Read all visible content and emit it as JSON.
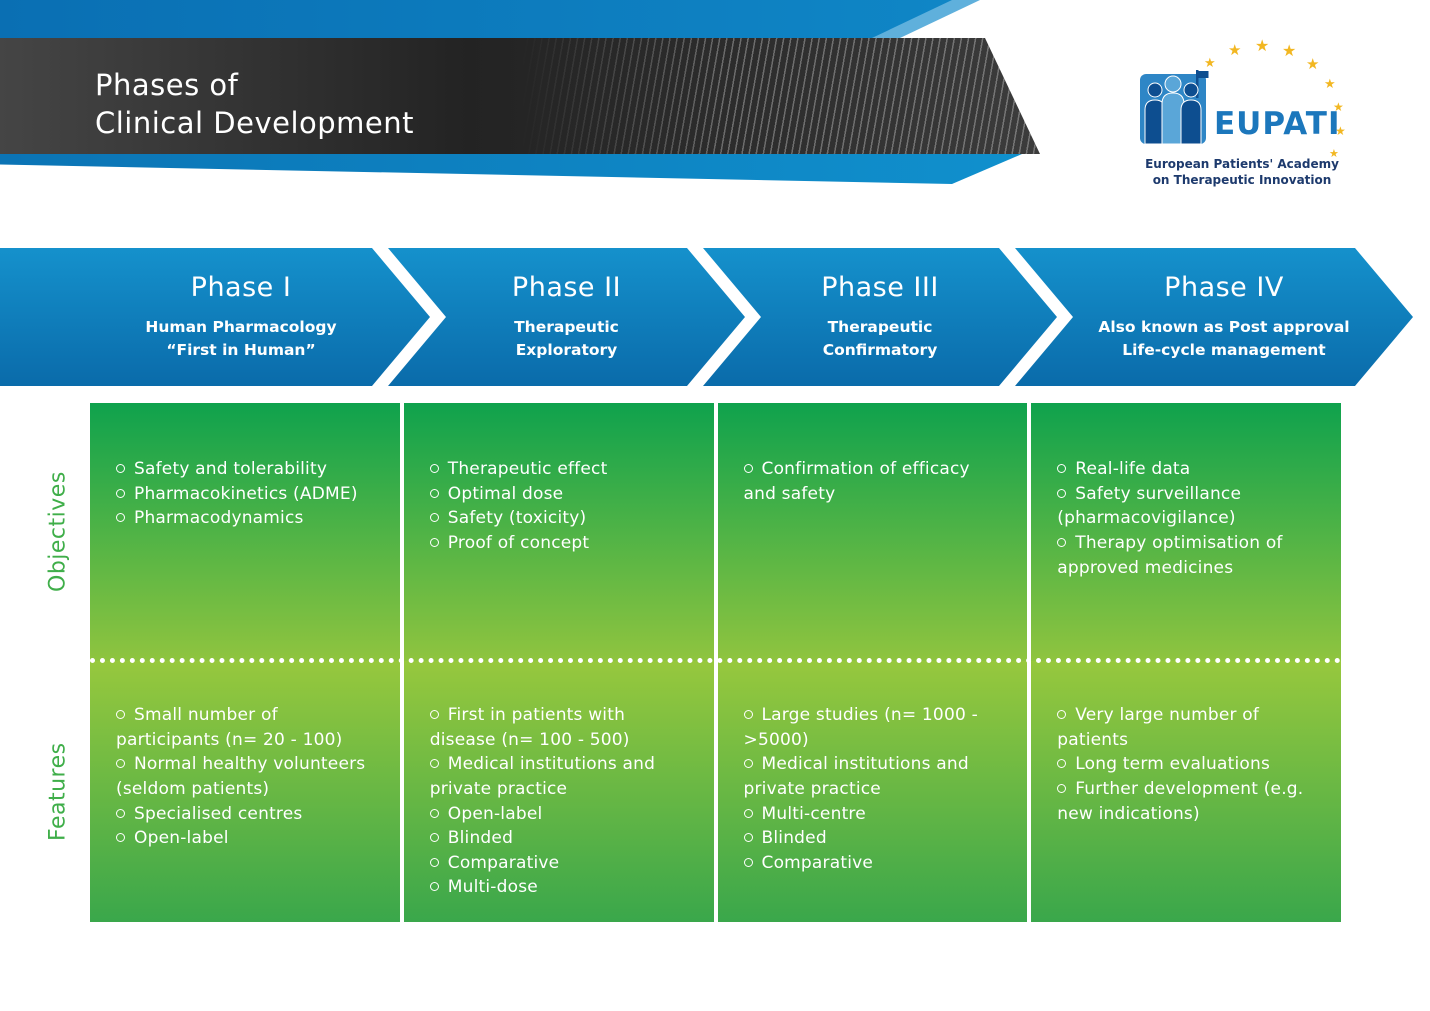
{
  "header": {
    "title_line1": "Phases of",
    "title_line2": "Clinical Development"
  },
  "logo": {
    "acronym": "EUPATI",
    "tagline_line1": "European Patients' Academy",
    "tagline_line2": "on Therapeutic Innovation"
  },
  "icons": {
    "star": "★",
    "people": "people-silhouettes"
  },
  "colors": {
    "arrow_blue_top": "#1591cc",
    "arrow_blue_bottom": "#0a6baa",
    "banner_dark": "#2b2b2b",
    "banner_blue": "#0f86c6",
    "green_dark": "#0fa24d",
    "green_light": "#97c83d",
    "label_green": "#3fae49",
    "star_gold": "#f2b722",
    "logo_blue": "#1c77bc",
    "text_white": "#ffffff"
  },
  "phases": [
    {
      "title": "Phase I",
      "subtitle_line1": "Human Pharmacology",
      "subtitle_line2": "“First in Human”"
    },
    {
      "title": "Phase II",
      "subtitle_line1": "Therapeutic",
      "subtitle_line2": "Exploratory"
    },
    {
      "title": "Phase III",
      "subtitle_line1": "Therapeutic",
      "subtitle_line2": "Confirmatory"
    },
    {
      "title": "Phase IV",
      "subtitle_line1": "Also known as Post approval",
      "subtitle_line2": "Life-cycle management"
    }
  ],
  "rows": [
    {
      "label": "Objectives",
      "cells": [
        [
          "Safety and tolerability",
          "Pharmacokinetics (ADME)",
          "Pharmacodynamics"
        ],
        [
          "Therapeutic effect",
          "Optimal dose",
          "Safety (toxicity)",
          "Proof of concept"
        ],
        [
          "Confirmation of efficacy and safety"
        ],
        [
          "Real-life data",
          "Safety surveillance (pharmacovigilance)",
          "Therapy optimisation of approved medicines"
        ]
      ]
    },
    {
      "label": "Features",
      "cells": [
        [
          "Small number of participants (n= 20 - 100)",
          "Normal healthy volunteers (seldom patients)",
          "Specialised centres",
          "Open-label"
        ],
        [
          "First in patients with disease (n= 100 - 500)",
          "Medical institutions and private practice",
          "Open-label",
          "Blinded",
          "Comparative",
          "Multi-dose"
        ],
        [
          "Large studies (n= 1000 - >5000)",
          "Medical institutions and private practice",
          "Multi-centre",
          "Blinded",
          "Comparative"
        ],
        [
          "Very large number of patients",
          "Long term evaluations",
          "Further development (e.g. new indications)"
        ]
      ]
    }
  ]
}
